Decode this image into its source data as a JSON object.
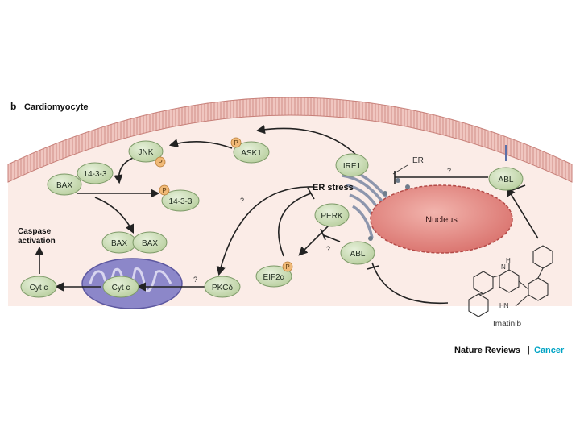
{
  "panel": {
    "letter": "b",
    "title": "Cardiomyocyte"
  },
  "nodes": {
    "jnk": "JNK",
    "ask1": "ASK1",
    "bax_left": "BAX",
    "bax_14_3_3": "14-3-3",
    "free_14_3_3": "14-3-3",
    "bax_dimer_a": "BAX",
    "bax_dimer_b": "BAX",
    "ire1": "IRE1",
    "perk": "PERK",
    "abl_top": "ABL",
    "abl_lower": "ABL",
    "eif2a": "EIF2α",
    "pkcd": "PKCδ",
    "cytc_mito": "Cyt c",
    "cytc_free": "Cyt c"
  },
  "labels": {
    "er": "ER",
    "er_stress": "ER stress",
    "nucleus": "Nucleus",
    "caspase_line1": "Caspase",
    "caspase_line2": "activation",
    "imatinib": "Imatinib",
    "phospho": "P",
    "unknown": "?",
    "drug_atom_n": "N",
    "drug_atom_hn": "HN",
    "drug_atom_h": "H"
  },
  "credit": {
    "journal": "Nature Reviews",
    "separator": "|",
    "section": "Cancer"
  },
  "colors": {
    "node_fill": "#c9dcb3",
    "node_stroke": "#7d9a68",
    "phospho_fill": "#f0b977",
    "membrane": "#d89a94",
    "cytoplasm": "#fbece7",
    "nucleus": "#e38a86",
    "mitochondrion": "#8c87c9",
    "er": "#9aa3b8",
    "credit_accent": "#00a3c4"
  }
}
